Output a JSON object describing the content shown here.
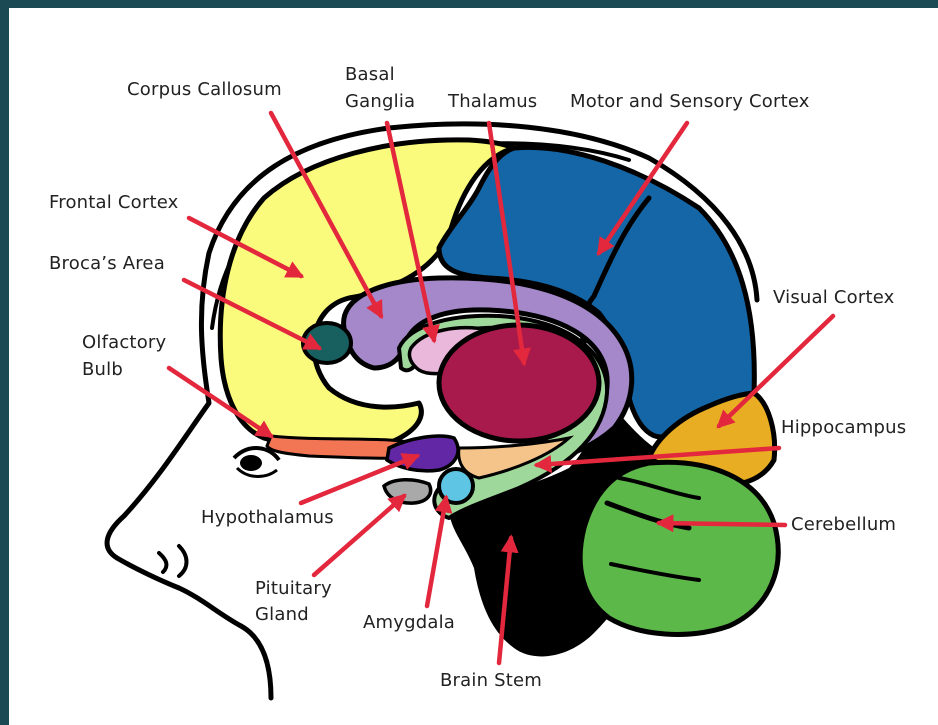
{
  "labels": {
    "corpus_callosum": "Corpus Callosum",
    "basal_ganglia_line1": "Basal",
    "basal_ganglia_line2": "Ganglia",
    "thalamus": "Thalamus",
    "motor_sensory_cortex": "Motor and Sensory Cortex",
    "frontal_cortex": "Frontal Cortex",
    "brocas_area": "Broca’s Area",
    "olfactory_bulb_line1": "Olfactory",
    "olfactory_bulb_line2": "Bulb",
    "visual_cortex": "Visual Cortex",
    "hippocampus": "Hippocampus",
    "cerebellum": "Cerebellum",
    "hypothalamus": "Hypothalamus",
    "pituitary_gland_line1": "Pituitary",
    "pituitary_gland_line2": "Gland",
    "amygdala": "Amygdala",
    "brain_stem": "Brain Stem"
  },
  "colors": {
    "page_border": "#1b4a54",
    "frontal_cortex": "#fafa7c",
    "brocas_area": "#17605f",
    "corpus_callosum": "#a588c9",
    "basal_ganglia": "#e9b8da",
    "thalamus": "#a81a4b",
    "limbic_band": "#9fd89b",
    "motor_sensory_cortex": "#1466a6",
    "visual_cortex": "#e8ad22",
    "cerebellum": "#5db84a",
    "hypothalamus": "#6227a4",
    "amygdala": "#5ec6e4",
    "olfactory_bulb": "#f27554",
    "pituitary_gland": "#a9a9a9",
    "brain_stem": "#000000",
    "arrows": "#e3273d"
  }
}
